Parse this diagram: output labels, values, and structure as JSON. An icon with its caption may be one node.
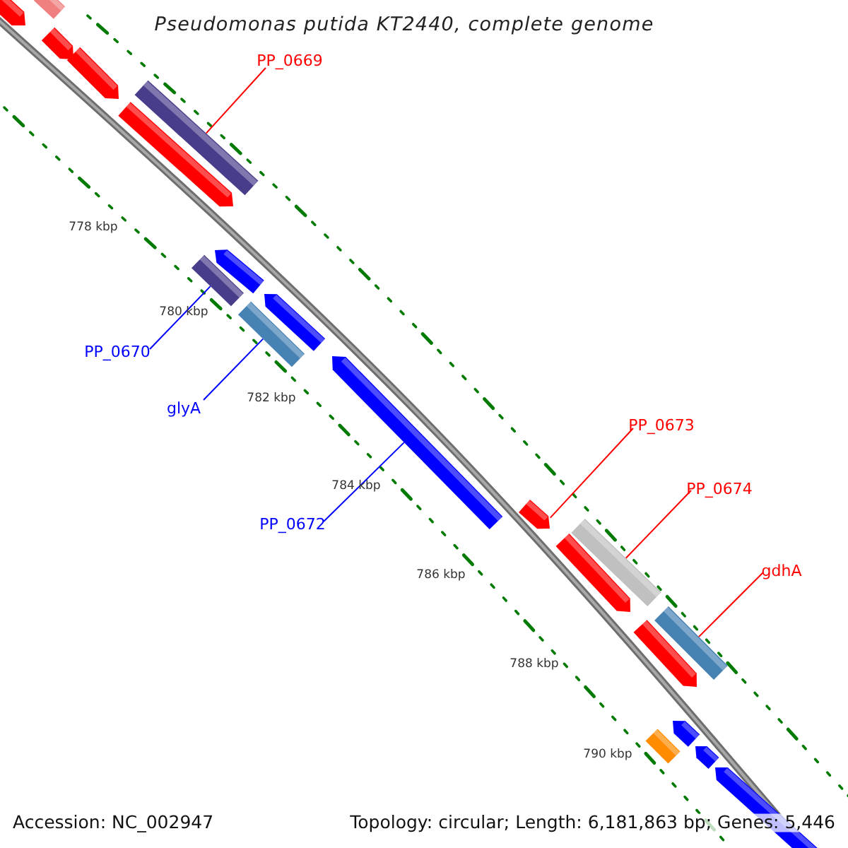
{
  "diagram": {
    "title": "Pseudomonas putida KT2440, complete genome",
    "nodes": [
      {
        "text": [],
        "shape": "pentagon"
      },
      {
        "text": [],
        "shape": "bar"
      },
      {
        "text": [],
        "shape": "pentagon"
      },
      {
        "text": [],
        "shape": "pentagon"
      },
      {
        "text": [],
        "shape": "pentagon"
      },
      {
        "text": [
          "PP_0669"
        ]
      },
      {
        "text": [],
        "shape": "bar"
      },
      {
        "text": [
          "PP_0670"
        ]
      },
      {
        "text": [],
        "shape": "bar"
      },
      {
        "text": [],
        "shape": "pentagon"
      },
      {
        "text": [
          "glyA"
        ]
      },
      {
        "text": [],
        "shape": "bar"
      },
      {
        "text": [],
        "shape": "pentagon"
      },
      {
        "text": [
          "PP_0672"
        ]
      },
      {
        "text": [],
        "shape": "pentagon"
      },
      {
        "text": [
          "PP_0673"
        ]
      },
      {
        "text": [],
        "shape": "pentagon"
      },
      {
        "text": [
          "PP_0674"
        ]
      },
      {
        "text": [],
        "shape": "bar"
      },
      {
        "text": [],
        "shape": "pentagon"
      },
      {
        "text": [
          "gdhA"
        ]
      },
      {
        "text": [],
        "shape": "bar"
      },
      {
        "text": [],
        "shape": "pentagon"
      },
      {
        "text": [],
        "shape": "bar"
      },
      {
        "text": [],
        "shape": "pentagon"
      },
      {
        "text": [],
        "shape": "pentagon"
      },
      {
        "text": [],
        "shape": "pentagon"
      }
    ],
    "edges": [
      {
        "from": 5,
        "to": 6,
        "arrow": "none"
      },
      {
        "from": 7,
        "to": 8,
        "arrow": "none",
        "color": "#0000ff"
      },
      {
        "from": 10,
        "to": 11,
        "arrow": "none",
        "color": "#0000ff"
      },
      {
        "from": 13,
        "to": 14,
        "arrow": "none",
        "color": "#0000ff"
      },
      {
        "from": 15,
        "to": 16,
        "arrow": "none"
      },
      {
        "from": 17,
        "to": 18,
        "arrow": "none"
      },
      {
        "from": 20,
        "to": 21,
        "arrow": "none"
      }
    ],
    "labels": [
      "778 kbp",
      "780 kbp",
      "782 kbp",
      "784 kbp",
      "786 kbp",
      "788 kbp",
      "790 kbp",
      "Accession: NC_002947",
      "Topology: circular; Length: 6,181,863 bp; Genes: 5,446"
    ]
  }
}
